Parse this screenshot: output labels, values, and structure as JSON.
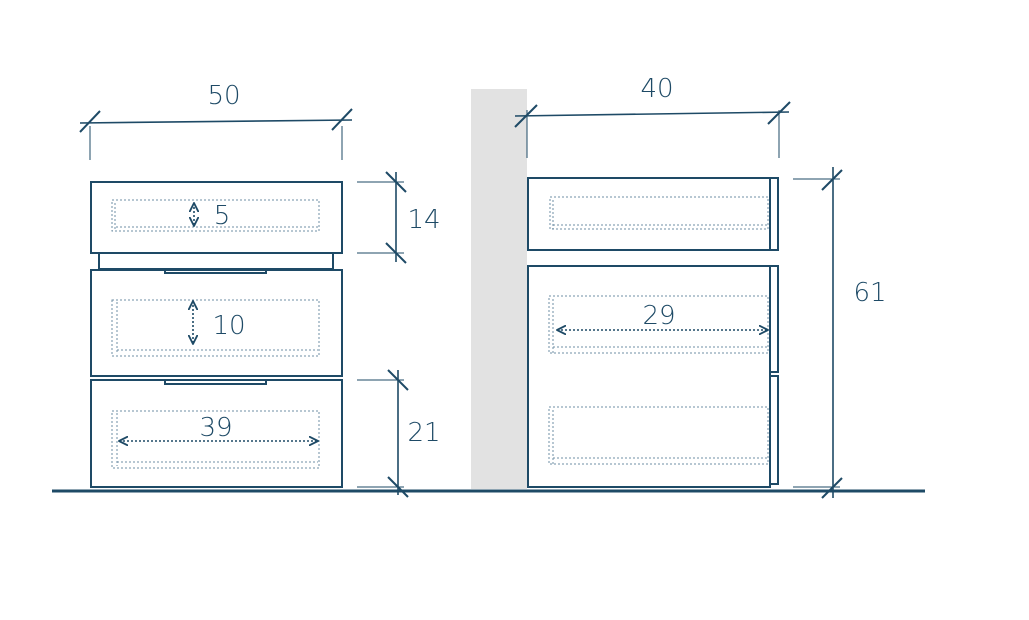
{
  "colors": {
    "line": "#1e4a66",
    "dotted": "#6f8fa6",
    "wall": "#e2e2e2",
    "background": "#ffffff"
  },
  "front_view": {
    "width_label": "50",
    "top_drawer_height_label": "14",
    "bottom_drawer_height_label": "21",
    "top_inner_depth_label": "5",
    "middle_inner_depth_label": "10",
    "inner_width_label": "39"
  },
  "side_view": {
    "depth_label": "40",
    "total_height_label": "61",
    "inner_depth_label": "29"
  }
}
